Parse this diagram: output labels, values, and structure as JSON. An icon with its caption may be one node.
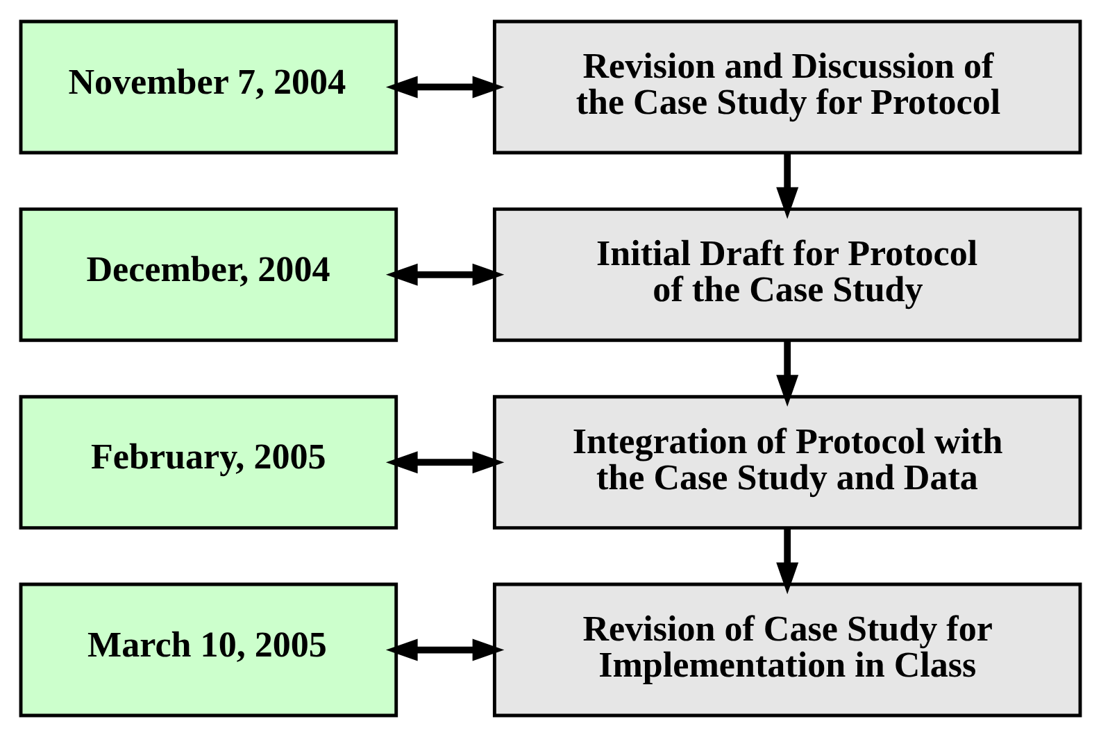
{
  "diagram": {
    "nodes": [
      {
        "text": [
          "November 7, 2004"
        ]
      },
      {
        "text": [
          "Revision and Discussion of the Case Study for Protocol"
        ]
      },
      {
        "text": [
          "December, 2004"
        ]
      },
      {
        "text": [
          "Initial Draft for Protocol of the Case Study"
        ]
      },
      {
        "text": [
          "February, 2005"
        ]
      },
      {
        "text": [
          "Integration of Protocol with the Case Study and Data"
        ]
      },
      {
        "text": [
          "March 10, 2005"
        ]
      },
      {
        "text": [
          "Revision of Case Study for Implementation in Class"
        ]
      }
    ],
    "edges": [
      {
        "from": 0,
        "to": 1,
        "arrow": "both"
      },
      {
        "from": 1,
        "to": 3,
        "arrow": "to"
      },
      {
        "from": 2,
        "to": 3,
        "arrow": "both"
      },
      {
        "from": 3,
        "to": 5,
        "arrow": "to"
      },
      {
        "from": 4,
        "to": 5,
        "arrow": "both"
      },
      {
        "from": 5,
        "to": 7,
        "arrow": "to"
      },
      {
        "from": 6,
        "to": 7,
        "arrow": "both"
      }
    ]
  }
}
